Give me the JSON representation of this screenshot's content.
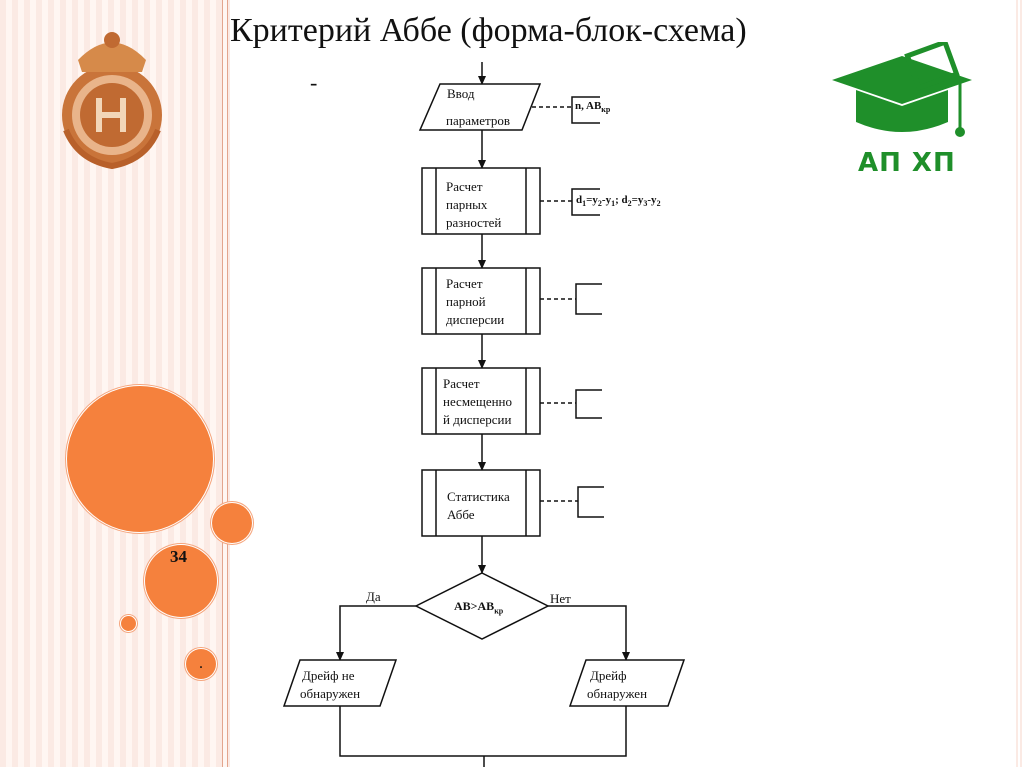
{
  "slide": {
    "title": "Критерий Аббе (форма-блок-схема)",
    "subtitle_dash": "-",
    "page_number": "34",
    "footer_dot": "."
  },
  "logos": {
    "left": "coat-of-arms-emblem",
    "right_text": "АП ХП"
  },
  "flowchart": {
    "input": {
      "line1": "Ввод",
      "line2": "параметров"
    },
    "input_note": "n, AB",
    "input_note_sub": "кр",
    "step1": {
      "line1": "Расчет",
      "line2": "парных",
      "line3": "разностей"
    },
    "step1_note": {
      "d1": "d",
      "d1_sub": "1",
      "eq1": "=y",
      "eq1_sub1": "2",
      "minus1": "-y",
      "minus1_sub": "1",
      "sep": "; d",
      "d2_sub": "2",
      "eq2": "=y",
      "eq2_sub1": "3",
      "minus2": "-y",
      "minus2_sub": "2"
    },
    "step2": {
      "line1": "Расчет",
      "line2": "парной",
      "line3": "дисперсии"
    },
    "step3": {
      "line1": "Расчет",
      "line2": "несмещенно",
      "line3": "й дисперсии"
    },
    "step4": {
      "line1": "Статистика",
      "line2": "Аббе"
    },
    "decision": "AB>AB",
    "decision_sub": "кр",
    "yes_label": "Да",
    "no_label": "Нет",
    "out_left": {
      "line1": "Дрейф не",
      "line2": "обнаружен"
    },
    "out_right": {
      "line1": "Дрейф",
      "line2": "обнаружен"
    }
  }
}
